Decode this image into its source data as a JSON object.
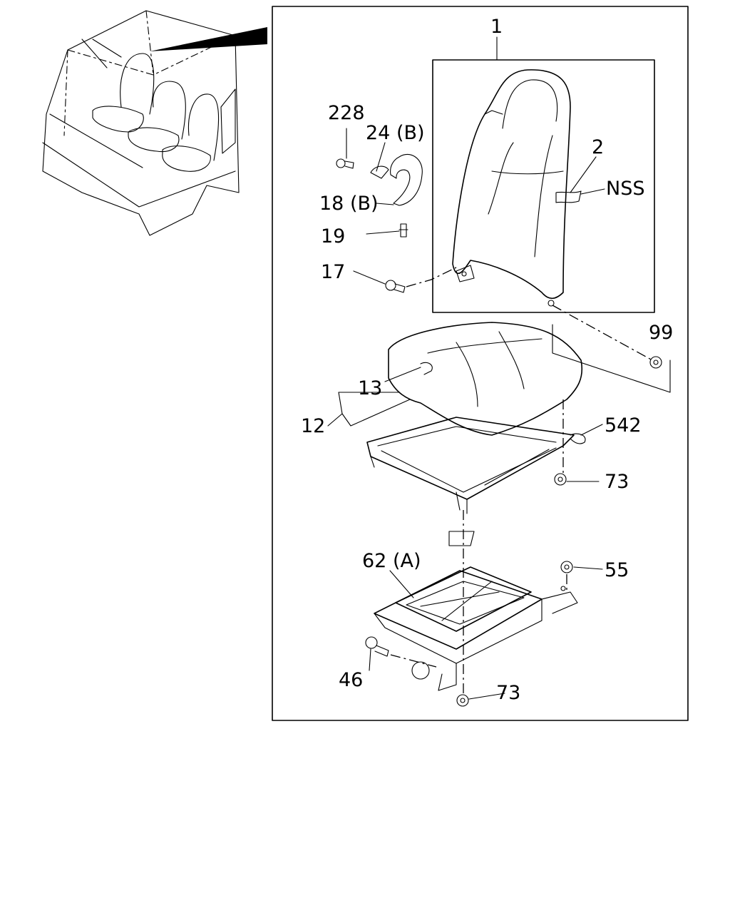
{
  "callouts": {
    "c1": "1",
    "c2": "2",
    "nss": "NSS",
    "c228": "228",
    "c24b": "24 (B)",
    "c18b": "18 (B)",
    "c19": "19",
    "c17": "17",
    "c99": "99",
    "c13": "13",
    "c12": "12",
    "c542": "542",
    "c73a": "73",
    "c62a": "62 (A)",
    "c55": "55",
    "c46": "46",
    "c73b": "73"
  }
}
